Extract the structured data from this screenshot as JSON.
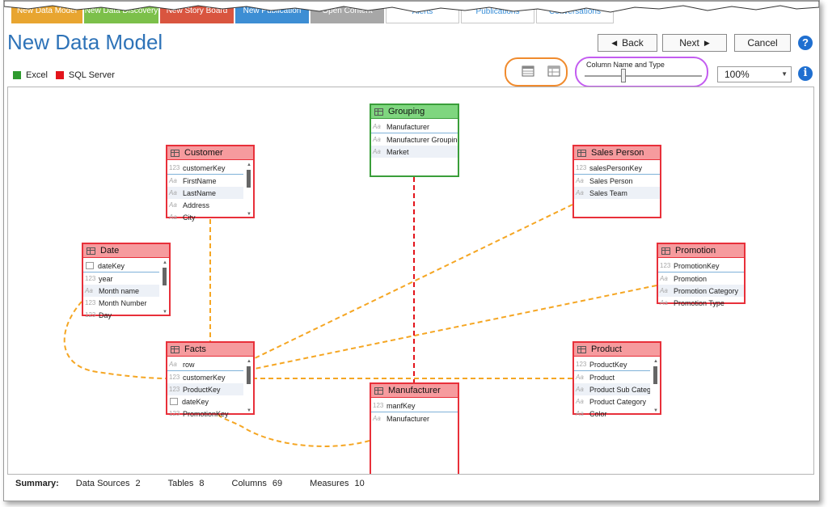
{
  "tabs": [
    {
      "label": "New Data Model",
      "color": "#e8a530"
    },
    {
      "label": "New Data Discovery",
      "color": "#7cc04a"
    },
    {
      "label": "New Story Board",
      "color": "#d9553f"
    },
    {
      "label": "New Publication",
      "color": "#3d8ed4"
    },
    {
      "label": "Open Content",
      "color": "#a7a7a7"
    },
    {
      "label": "Alerts",
      "color": "#ffffff"
    },
    {
      "label": "Publications",
      "color": "#ffffff"
    },
    {
      "label": "Conversations",
      "color": "#ffffff"
    }
  ],
  "page": {
    "title": "New Data Model"
  },
  "nav": {
    "back": "Back",
    "next": "Next",
    "cancel": "Cancel",
    "help": "?"
  },
  "legend": [
    {
      "label": "Excel",
      "color": "#2e9a2e"
    },
    {
      "label": "SQL Server",
      "color": "#e3141b"
    }
  ],
  "view_toggle": {
    "icons": [
      "table-view-icon",
      "column-view-icon"
    ]
  },
  "slider": {
    "label": "Column Name and Type",
    "value": 0.33
  },
  "zoom": {
    "value": "100%",
    "info": "i"
  },
  "tables": [
    {
      "id": "customer",
      "title": "Customer",
      "source": "SQL Server",
      "scroll": true,
      "rows": [
        {
          "type": "123",
          "name": "customerKey",
          "key": true
        },
        {
          "type": "Aa",
          "name": "FirstName"
        },
        {
          "type": "Aa",
          "name": "LastName",
          "sel": true
        },
        {
          "type": "Aa",
          "name": "Address"
        },
        {
          "type": "Aa",
          "name": "City"
        }
      ]
    },
    {
      "id": "grouping",
      "title": "Grouping",
      "source": "Excel",
      "scroll": false,
      "rows": [
        {
          "type": "Aa",
          "name": "Manufacturer",
          "key": true
        },
        {
          "type": "Aa",
          "name": "Manufacturer Grouping"
        },
        {
          "type": "Aa",
          "name": "Market",
          "sel": true
        }
      ]
    },
    {
      "id": "salesperson",
      "title": "Sales Person",
      "source": "SQL Server",
      "scroll": false,
      "rows": [
        {
          "type": "123",
          "name": "salesPersonKey",
          "key": true
        },
        {
          "type": "Aa",
          "name": "Sales Person"
        },
        {
          "type": "Aa",
          "name": "Sales Team",
          "sel": true
        }
      ]
    },
    {
      "id": "date",
      "title": "Date",
      "source": "SQL Server",
      "scroll": true,
      "rows": [
        {
          "type": "cal",
          "name": "dateKey",
          "key": true
        },
        {
          "type": "123",
          "name": "year"
        },
        {
          "type": "Aa",
          "name": "Month name",
          "sel": true
        },
        {
          "type": "123",
          "name": "Month Number"
        },
        {
          "type": "123",
          "name": "Day"
        }
      ]
    },
    {
      "id": "promotion",
      "title": "Promotion",
      "source": "SQL Server",
      "scroll": false,
      "rows": [
        {
          "type": "123",
          "name": "PromotionKey",
          "key": true
        },
        {
          "type": "Aa",
          "name": "Promotion"
        },
        {
          "type": "Aa",
          "name": "Promotion Category",
          "sel": true
        },
        {
          "type": "Aa",
          "name": "Promotion Type"
        }
      ]
    },
    {
      "id": "facts",
      "title": "Facts",
      "source": "SQL Server",
      "scroll": true,
      "rows": [
        {
          "type": "Aa",
          "name": "row",
          "key": true
        },
        {
          "type": "123",
          "name": "customerKey"
        },
        {
          "type": "123",
          "name": "ProductKey",
          "sel": true
        },
        {
          "type": "cal",
          "name": "dateKey"
        },
        {
          "type": "123",
          "name": "PromotionKey"
        }
      ]
    },
    {
      "id": "product",
      "title": "Product",
      "source": "SQL Server",
      "scroll": true,
      "rows": [
        {
          "type": "123",
          "name": "ProductKey",
          "key": true
        },
        {
          "type": "Aa",
          "name": "Product"
        },
        {
          "type": "Aa",
          "name": "Product Sub Category",
          "sel": true
        },
        {
          "type": "Aa",
          "name": "Product Category"
        },
        {
          "type": "Aa",
          "name": "Color"
        }
      ]
    },
    {
      "id": "manufacturer",
      "title": "Manufacturer",
      "source": "SQL Server",
      "scroll": false,
      "rows": [
        {
          "type": "123",
          "name": "manfKey",
          "key": true
        },
        {
          "type": "Aa",
          "name": "Manufacturer"
        }
      ]
    }
  ],
  "relationships": [
    {
      "from": "customer",
      "to": "facts",
      "color": "#f5a623"
    },
    {
      "from": "salesperson",
      "to": "facts",
      "color": "#f5a623"
    },
    {
      "from": "promotion",
      "to": "facts",
      "color": "#f5a623"
    },
    {
      "from": "product",
      "to": "facts",
      "color": "#f5a623"
    },
    {
      "from": "date",
      "to": "facts",
      "color": "#f5a623"
    },
    {
      "from": "manufacturer",
      "to": "facts",
      "color": "#f5a623"
    },
    {
      "from": "grouping",
      "to": "manufacturer",
      "color": "#e3141b"
    }
  ],
  "summary": {
    "label": "Summary:",
    "stats": [
      {
        "label": "Data Sources",
        "value": "2"
      },
      {
        "label": "Tables",
        "value": "8"
      },
      {
        "label": "Columns",
        "value": "69"
      },
      {
        "label": "Measures",
        "value": "10"
      }
    ]
  }
}
